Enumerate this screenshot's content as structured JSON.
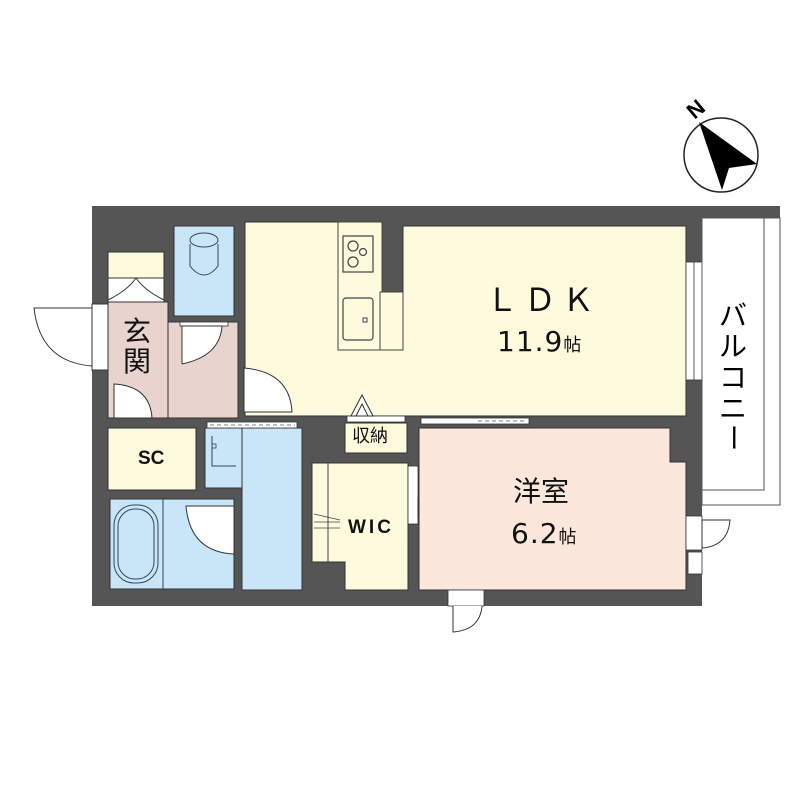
{
  "compass": {
    "label": "N",
    "icon": "north-arrow-icon"
  },
  "colors": {
    "wall": "#555555",
    "ldk": "#fdfade",
    "entrance": "#e8d3cf",
    "wet": "#c9e6f8",
    "storage": "#fdfade",
    "western_room": "#fbe7dc",
    "balcony": "#ffffff"
  },
  "rooms": {
    "ldk": {
      "name": "ＬＤＫ",
      "size": "11.9",
      "unit": "帖"
    },
    "western": {
      "name": "洋室",
      "size": "6.2",
      "unit": "帖"
    },
    "entrance": {
      "name_top": "玄",
      "name_bottom": "関"
    },
    "shoe_closet": {
      "name": "SC"
    },
    "storage": {
      "name": "収納"
    },
    "wic": {
      "name": "WIC"
    },
    "balcony": {
      "chars": [
        "バ",
        "ル",
        "コ",
        "ニ",
        "ー"
      ]
    }
  }
}
